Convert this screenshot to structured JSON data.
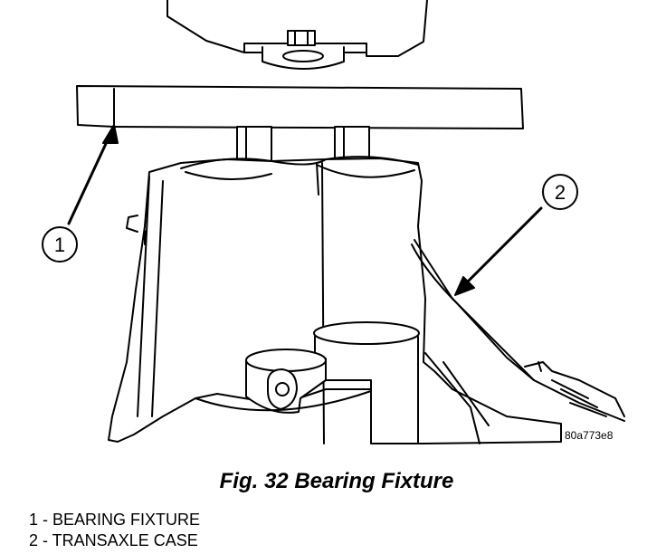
{
  "figure": {
    "code": "80a773e8",
    "caption": "Fig. 32 Bearing Fixture",
    "callouts": [
      {
        "number": "1"
      },
      {
        "number": "2"
      }
    ]
  },
  "legend": {
    "items": [
      {
        "text": "1 - BEARING FIXTURE"
      },
      {
        "text": "2 - TRANSAXLE CASE"
      }
    ]
  }
}
